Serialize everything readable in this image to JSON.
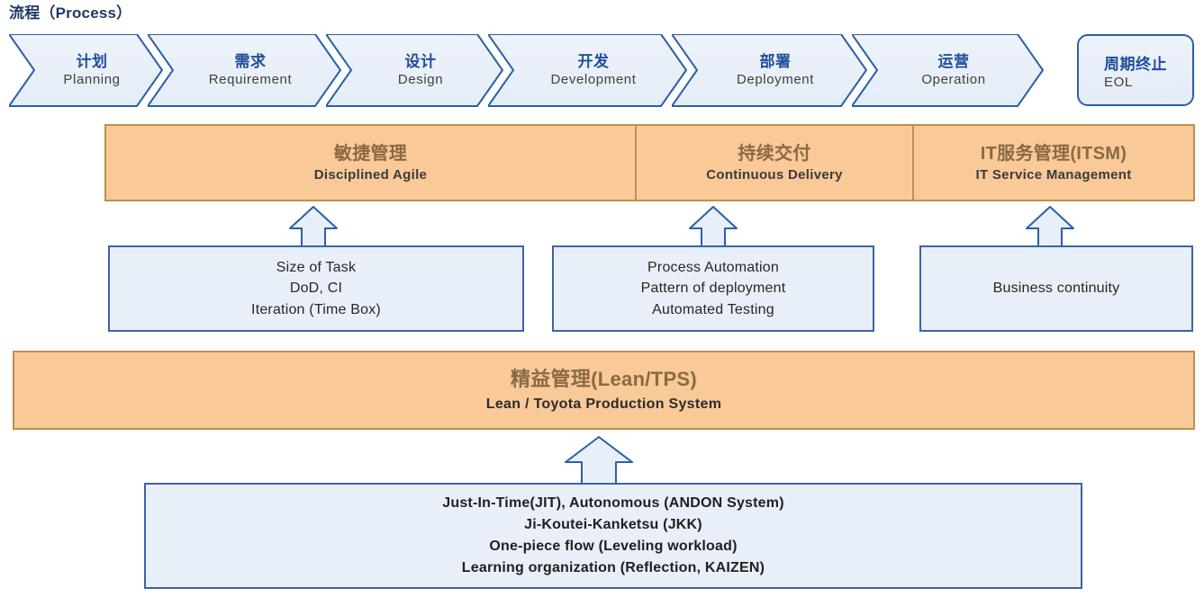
{
  "title": "流程（Process）",
  "process": {
    "stages": [
      {
        "cn": "计划",
        "en": "Planning",
        "shape": "chevron"
      },
      {
        "cn": "需求",
        "en": "Requirement",
        "shape": "chevron"
      },
      {
        "cn": "设计",
        "en": "Design",
        "shape": "chevron"
      },
      {
        "cn": "开发",
        "en": "Development",
        "shape": "chevron"
      },
      {
        "cn": "部署",
        "en": "Deployment",
        "shape": "chevron"
      },
      {
        "cn": "运营",
        "en": "Operation",
        "shape": "chevron"
      },
      {
        "cn": "周期终止",
        "en": "EOL",
        "shape": "rounded-rect"
      }
    ]
  },
  "practices": [
    {
      "cn": "敏捷管理",
      "en": "Disciplined Agile"
    },
    {
      "cn": "持续交付",
      "en": "Continuous Delivery"
    },
    {
      "cn": "IT服务管理(ITSM)",
      "en": "IT Service Management"
    }
  ],
  "details": [
    {
      "text": "Size of Task\nDoD, CI\nIteration (Time Box)"
    },
    {
      "text": "Process Automation\nPattern of deployment\nAutomated Testing"
    },
    {
      "text": "Business continuity"
    }
  ],
  "lean": {
    "cn": "精益管理(Lean/TPS)",
    "en": "Lean / Toyota Production System"
  },
  "lean_details": {
    "text": "Just-In-Time(JIT), Autonomous (ANDON System)\nJi-Koutei-Kanketsu (JKK)\nOne-piece flow (Leveling workload)\nLearning organization (Reflection, KAIZEN)"
  },
  "colors": {
    "title": "#1f3864",
    "chevron_fill": "#e8eff8",
    "chevron_stroke": "#2b5fa8",
    "chevron_cn_text": "#1f4e9c",
    "band_fill": "#fac998",
    "band_stroke": "#bf8f4f",
    "band_cn_text": "#8a6a43",
    "detail_fill": "#e9eff8",
    "detail_stroke": "#3c62a8"
  }
}
